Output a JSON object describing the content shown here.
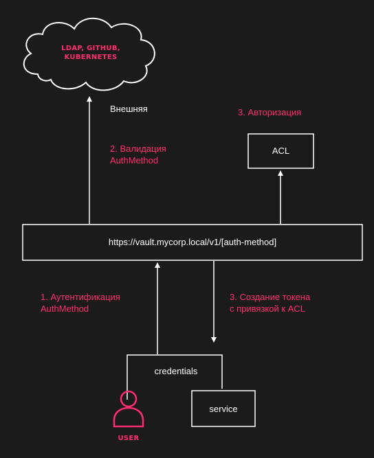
{
  "colors": {
    "background": "#1c1b1b",
    "accent": "#ff2d6f",
    "stroke": "#ffffff",
    "box_fill": "#1c1b1b"
  },
  "cloud": {
    "icon": "cloud-icon",
    "text": "LDAP, GITHUB,\nKUBERNETES"
  },
  "labels": {
    "external": "Внешняя",
    "validation": "2. Валидация\nAuthMethod",
    "authorization": "3. Авторизация",
    "authentication": "1. Аутентификация\nAuthMethod",
    "token_creation": "3. Создание токена\nс привязкой к ACL"
  },
  "boxes": {
    "acl": "ACL",
    "endpoint": "https://vault.mycorp.local/v1/[auth-method]",
    "credentials": "credentials",
    "service": "service"
  },
  "user": {
    "icon": "user-icon",
    "label": "USER"
  }
}
